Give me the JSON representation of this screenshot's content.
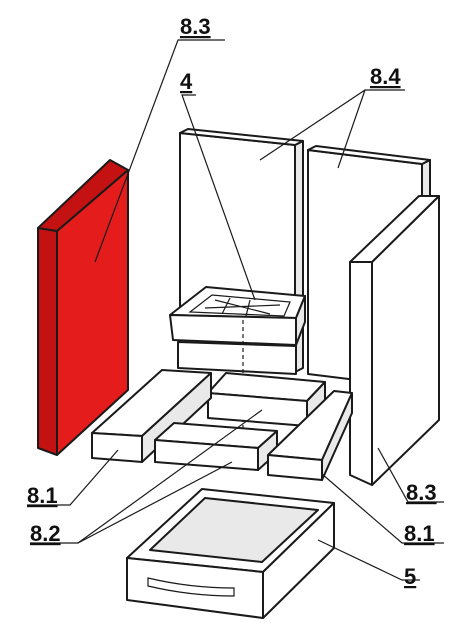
{
  "colors": {
    "highlight": "#e41c1c",
    "highlight_side": "#c41212",
    "line": "#1a1a1a"
  },
  "labels": {
    "part_8_3_top": "8.3",
    "part_4": "4",
    "part_8_4": "8.4",
    "part_8_1_left": "8.1",
    "part_8_2": "8.2",
    "part_8_3_right": "8.3",
    "part_8_1_right": "8.1",
    "part_5": "5"
  }
}
